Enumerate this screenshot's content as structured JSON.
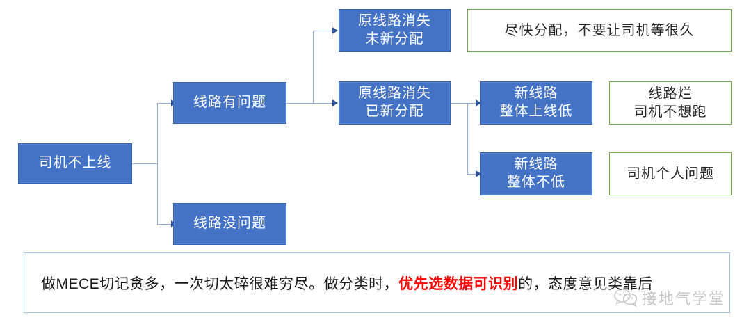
{
  "diagram": {
    "type": "issue-tree",
    "root": {
      "label": "司机不上线"
    },
    "nodes": [
      {
        "id": "n1",
        "label": "线路有问题"
      },
      {
        "id": "n2",
        "label": "线路没问题"
      },
      {
        "id": "n3",
        "label": "原线路消失\n未新分配"
      },
      {
        "id": "n4",
        "label": "原线路消失\n已新分配"
      },
      {
        "id": "n5",
        "label": "新线路\n整体上线低"
      },
      {
        "id": "n6",
        "label": "新线路\n整体不低"
      }
    ],
    "callouts": [
      {
        "id": "c1",
        "label": "尽快分配，不要让司机等很久"
      },
      {
        "id": "c2",
        "label": "线路烂\n司机不想跑"
      },
      {
        "id": "c3",
        "label": "司机个人问题"
      }
    ]
  },
  "note": {
    "part1": "做MECE切记贪多，一次切太碎很难穷尽。做分类时，",
    "highlight": "优先选数据可识别",
    "part2": "的，态度意见类靠后"
  },
  "watermark": {
    "text": "接地气学堂",
    "icon": "wechat-icon"
  },
  "colors": {
    "node_fill": "#4472C4",
    "node_border": "#3461B4",
    "callout_border": "#70AD47",
    "note_border": "#9DC3E6",
    "connector": "#8FAADC",
    "arrow": "#2E5496",
    "highlight": "#FF0000",
    "background": "#FFFFFF"
  }
}
